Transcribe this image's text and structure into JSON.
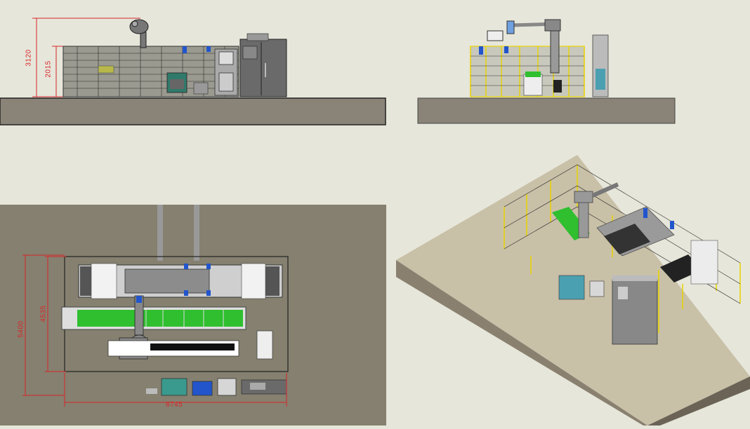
{
  "colors": {
    "background": "#e6e6da",
    "ground": "#8a8478",
    "floor_plan": "#85806f",
    "dimension": "#d8262a",
    "accent_green": "#2fbf2f",
    "machine_gray": "#6e6e6e",
    "fence_yellow": "#e8d400"
  },
  "front_view": {
    "dim_total_height": "3120",
    "dim_fence_height": "2015"
  },
  "plan_view": {
    "dim_total_depth": "5400",
    "dim_fence_depth": "4535",
    "dim_total_width": "8745"
  }
}
